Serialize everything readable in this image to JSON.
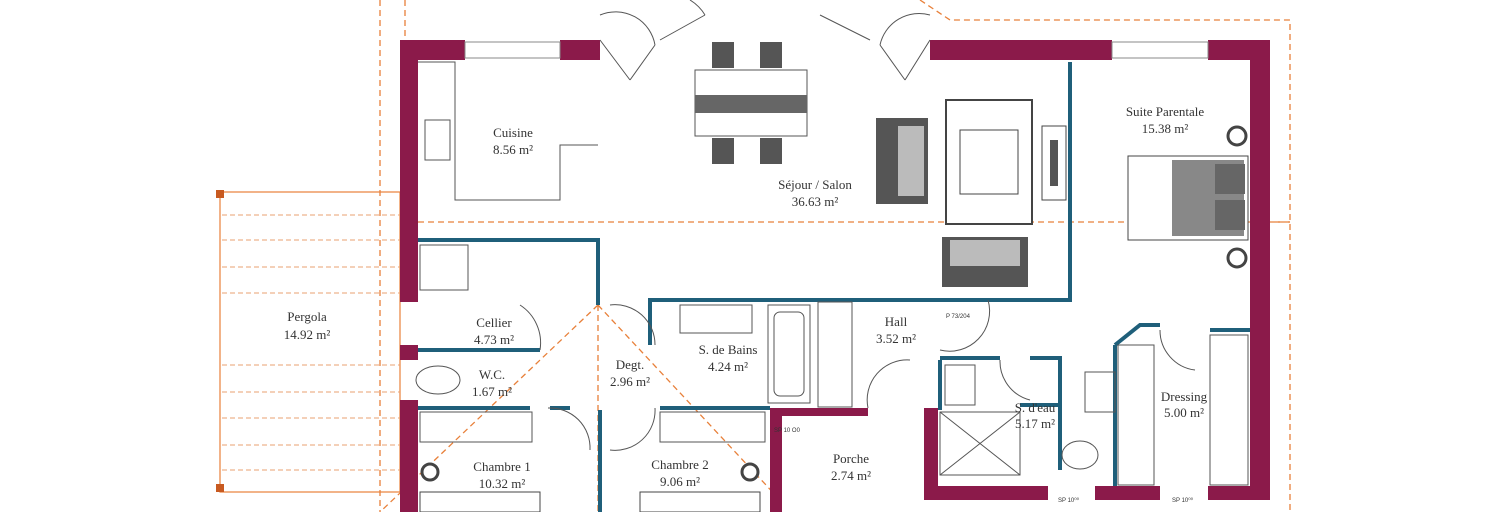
{
  "plan": {
    "rooms": {
      "cuisine": {
        "name": "Cuisine",
        "area": "8.56 m²"
      },
      "sejour": {
        "name": "Séjour / Salon",
        "area": "36.63 m²"
      },
      "suite": {
        "name": "Suite Parentale",
        "area": "15.38 m²"
      },
      "pergola": {
        "name": "Pergola",
        "area": "14.92 m²"
      },
      "cellier": {
        "name": "Cellier",
        "area": "4.73 m²"
      },
      "wc": {
        "name": "W.C.",
        "area": "1.67 m²"
      },
      "degt": {
        "name": "Degt.",
        "area": "2.96 m²"
      },
      "sdb": {
        "name": "S. de Bains",
        "area": "4.24 m²"
      },
      "hall": {
        "name": "Hall",
        "area": "3.52 m²"
      },
      "sdeau": {
        "name": "S. d'eau",
        "area": "5.17 m²"
      },
      "dressing": {
        "name": "Dressing",
        "area": "5.00 m²"
      },
      "chambre1": {
        "name": "Chambre 1",
        "area": "10.32 m²"
      },
      "chambre2": {
        "name": "Chambre 2",
        "area": "9.06 m²"
      },
      "porche": {
        "name": "Porche",
        "area": "2.74 m²"
      }
    },
    "annotations": {
      "porch_door": "SP 10 O0",
      "window_1": "SP 10⁰⁰",
      "window_2": "SP 10⁰⁰",
      "hall_door": "P 73/204"
    },
    "colors": {
      "exterior_wall": "#8b1a4a",
      "interior_wall": "#1f5f7a",
      "roof_line": "#e8803a"
    }
  }
}
